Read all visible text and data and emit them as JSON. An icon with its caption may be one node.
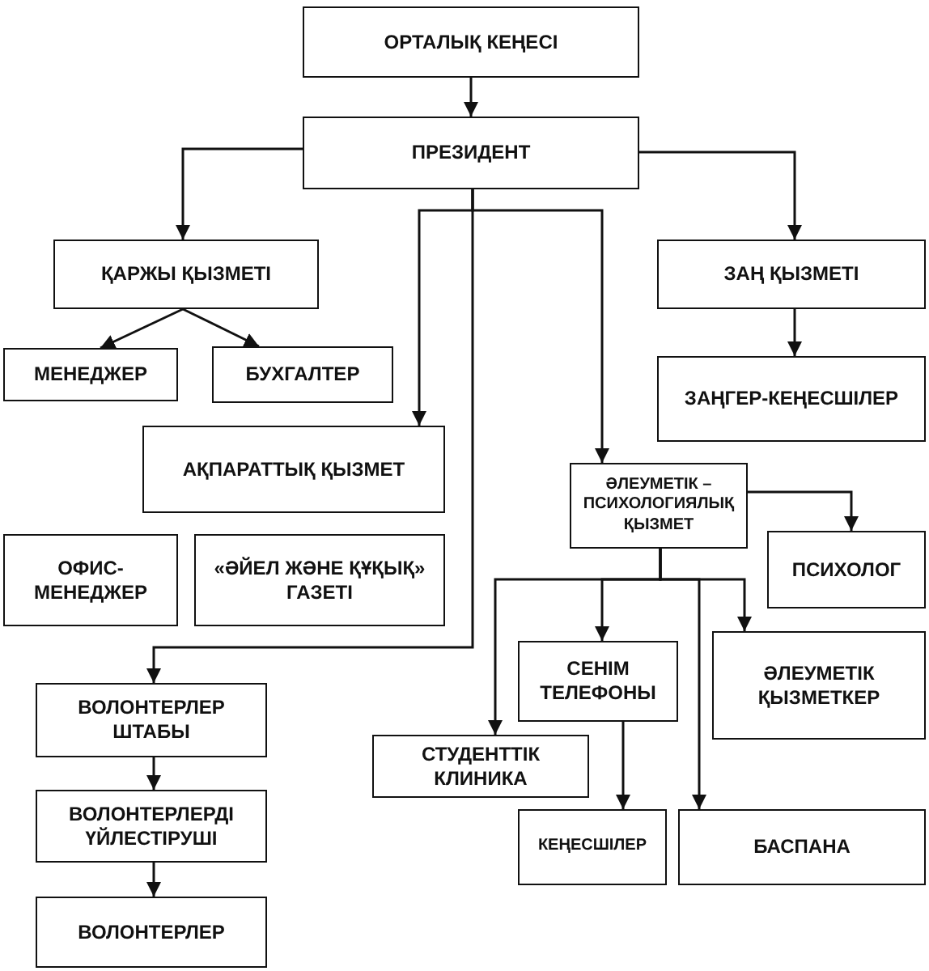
{
  "diagram": {
    "nodes": [
      {
        "text": [
          "ОРТАЛЫҚ КЕҢЕСІ"
        ]
      },
      {
        "text": [
          "ПРЕЗИДЕНТ"
        ]
      },
      {
        "text": [
          "ҚАРЖЫ ҚЫЗМЕТІ"
        ]
      },
      {
        "text": [
          "ЗАҢ ҚЫЗМЕТІ"
        ]
      },
      {
        "text": [
          "МЕНЕДЖЕР"
        ]
      },
      {
        "text": [
          "БУХГАЛТЕР"
        ]
      },
      {
        "text": [
          "ЗАҢГЕР-КЕҢЕСШІЛЕР"
        ]
      },
      {
        "text": [
          "АҚПАРАТТЫҚ ҚЫЗМЕТ"
        ]
      },
      {
        "text": [
          "ӘЛЕУМЕТІК – ПСИХОЛОГИЯЛЫҚ ҚЫЗМЕТ"
        ]
      },
      {
        "text": [
          "ОФИС-МЕНЕДЖЕР"
        ]
      },
      {
        "text": [
          "«ӘЙЕЛ ЖӘНЕ ҚҰҚЫҚ» ГАЗЕТІ"
        ]
      },
      {
        "text": [
          "ПСИХОЛОГ"
        ]
      },
      {
        "text": [
          "ВОЛОНТЕРЛЕР ШТАБЫ"
        ]
      },
      {
        "text": [
          "СЕНІМ ТЕЛЕФОНЫ"
        ]
      },
      {
        "text": [
          "ӘЛЕУМЕТІК ҚЫЗМЕТКЕР"
        ]
      },
      {
        "text": [
          "СТУДЕНТТІК КЛИНИКА"
        ]
      },
      {
        "text": [
          "ВОЛОНТЕРЛЕРДІ ҮЙЛЕСТІРУШІ"
        ]
      },
      {
        "text": [
          "КЕҢЕСШІЛЕР"
        ]
      },
      {
        "text": [
          "БАСПАНА"
        ]
      },
      {
        "text": [
          "ВОЛОНТЕРЛЕР"
        ]
      }
    ],
    "edges": [
      {
        "from": 0,
        "to": 1,
        "arrow": "to"
      },
      {
        "from": 1,
        "to": 2,
        "arrow": "to"
      },
      {
        "from": 1,
        "to": 3,
        "arrow": "to"
      },
      {
        "from": 2,
        "to": 4,
        "arrow": "to"
      },
      {
        "from": 2,
        "to": 5,
        "arrow": "to"
      },
      {
        "from": 3,
        "to": 6,
        "arrow": "to"
      },
      {
        "from": 1,
        "to": 7,
        "arrow": "to"
      },
      {
        "from": 1,
        "to": 8,
        "arrow": "to"
      },
      {
        "from": 1,
        "to": 12,
        "arrow": "to"
      },
      {
        "from": 8,
        "to": 11,
        "arrow": "to"
      },
      {
        "from": 8,
        "to": 13,
        "arrow": "to"
      },
      {
        "from": 8,
        "to": 15,
        "arrow": "to"
      },
      {
        "from": 8,
        "to": 18,
        "arrow": "to"
      },
      {
        "from": 8,
        "to": 14,
        "arrow": "to"
      },
      {
        "from": 13,
        "to": 17,
        "arrow": "to"
      },
      {
        "from": 12,
        "to": 16,
        "arrow": "to"
      },
      {
        "from": 16,
        "to": 19,
        "arrow": "to"
      }
    ]
  }
}
